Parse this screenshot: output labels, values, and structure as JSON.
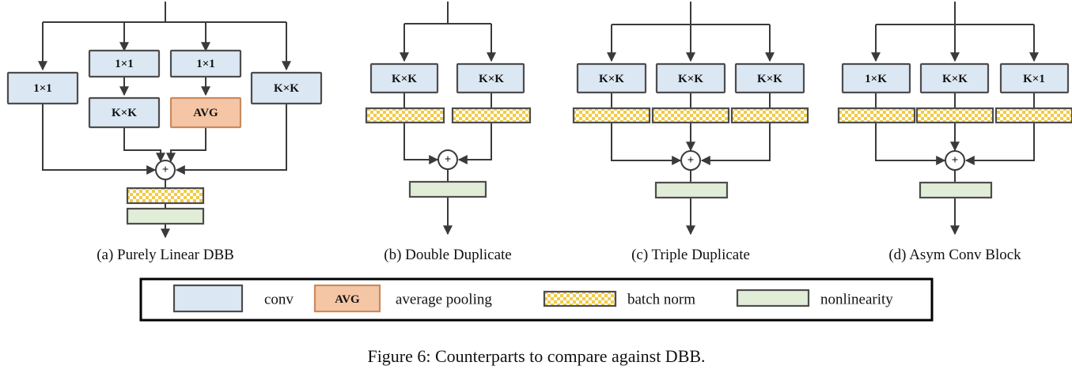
{
  "figure": {
    "caption": "Figure 6: Counterparts to compare against DBB."
  },
  "colors": {
    "conv_fill": "#dbe7f3",
    "conv_stroke": "#4d4d4d",
    "avg_fill": "#f5c6a5",
    "avg_stroke": "#c98a5e",
    "bn_fill": "#f2cb46",
    "bn_stroke": "#4d4d4d",
    "nonlin_fill": "#e2edd8",
    "nonlin_stroke": "#4d4d4d",
    "line": "#3a3a3a",
    "background": "#ffffff"
  },
  "panels": [
    {
      "id": "a",
      "caption": "(a) Purely Linear DBB",
      "branches": [
        {
          "name": "branch-1x1",
          "blocks": [
            {
              "label": "1×1",
              "kind": "conv"
            }
          ]
        },
        {
          "name": "branch-1x1-kxk",
          "blocks": [
            {
              "label": "1×1",
              "kind": "conv"
            },
            {
              "label": "K×K",
              "kind": "conv"
            }
          ]
        },
        {
          "name": "branch-1x1-avg",
          "blocks": [
            {
              "label": "1×1",
              "kind": "conv"
            },
            {
              "label": "AVG",
              "kind": "avg"
            }
          ]
        },
        {
          "name": "branch-kxk",
          "blocks": [
            {
              "label": "K×K",
              "kind": "conv"
            }
          ]
        }
      ],
      "merge": "+",
      "tail": [
        {
          "kind": "batch-norm"
        },
        {
          "kind": "nonlinearity"
        }
      ]
    },
    {
      "id": "b",
      "caption": "(b) Double Duplicate",
      "branches": [
        {
          "name": "branch-kxk-1",
          "blocks": [
            {
              "label": "K×K",
              "kind": "conv"
            },
            {
              "kind": "batch-norm"
            }
          ]
        },
        {
          "name": "branch-kxk-2",
          "blocks": [
            {
              "label": "K×K",
              "kind": "conv"
            },
            {
              "kind": "batch-norm"
            }
          ]
        }
      ],
      "merge": "+",
      "tail": [
        {
          "kind": "nonlinearity"
        }
      ]
    },
    {
      "id": "c",
      "caption": "(c) Triple Duplicate",
      "branches": [
        {
          "name": "branch-kxk-1",
          "blocks": [
            {
              "label": "K×K",
              "kind": "conv"
            },
            {
              "kind": "batch-norm"
            }
          ]
        },
        {
          "name": "branch-kxk-2",
          "blocks": [
            {
              "label": "K×K",
              "kind": "conv"
            },
            {
              "kind": "batch-norm"
            }
          ]
        },
        {
          "name": "branch-kxk-3",
          "blocks": [
            {
              "label": "K×K",
              "kind": "conv"
            },
            {
              "kind": "batch-norm"
            }
          ]
        }
      ],
      "merge": "+",
      "tail": [
        {
          "kind": "nonlinearity"
        }
      ]
    },
    {
      "id": "d",
      "caption": "(d) Asym Conv Block",
      "branches": [
        {
          "name": "branch-1xk",
          "blocks": [
            {
              "label": "1×K",
              "kind": "conv"
            },
            {
              "kind": "batch-norm"
            }
          ]
        },
        {
          "name": "branch-kxk",
          "blocks": [
            {
              "label": "K×K",
              "kind": "conv"
            },
            {
              "kind": "batch-norm"
            }
          ]
        },
        {
          "name": "branch-kx1",
          "blocks": [
            {
              "label": "K×1",
              "kind": "conv"
            },
            {
              "kind": "batch-norm"
            }
          ]
        }
      ],
      "merge": "+",
      "tail": [
        {
          "kind": "nonlinearity"
        }
      ]
    }
  ],
  "legend": {
    "items": [
      {
        "swatch": "conv",
        "label": "conv",
        "swatch_text": ""
      },
      {
        "swatch": "avg",
        "label": "average pooling",
        "swatch_text": "AVG"
      },
      {
        "swatch": "batch-norm",
        "label": "batch norm",
        "swatch_text": ""
      },
      {
        "swatch": "nonlinearity",
        "label": "nonlinearity",
        "swatch_text": ""
      }
    ]
  },
  "labels": {
    "a_box_1": "1×1",
    "a_box_2": "1×1",
    "a_box_3": "1×1",
    "a_box_4": "K×K",
    "a_box_5": "K×K",
    "a_box_6": "AVG",
    "b_box_1": "K×K",
    "b_box_2": "K×K",
    "c_box_1": "K×K",
    "c_box_2": "K×K",
    "c_box_3": "K×K",
    "d_box_1": "1×K",
    "d_box_2": "K×K",
    "d_box_3": "K×1",
    "plus_a": "+",
    "plus_b": "+",
    "plus_c": "+",
    "plus_d": "+",
    "legend_conv": "conv",
    "legend_avg_swatch": "AVG",
    "legend_avg": "average pooling",
    "legend_bn": "batch norm",
    "legend_nonlin": "nonlinearity",
    "cap_a": "(a) Purely Linear DBB",
    "cap_b": "(b) Double Duplicate",
    "cap_c": "(c) Triple Duplicate",
    "cap_d": "(d) Asym Conv Block",
    "figure_caption": "Figure 6: Counterparts to compare against DBB."
  }
}
